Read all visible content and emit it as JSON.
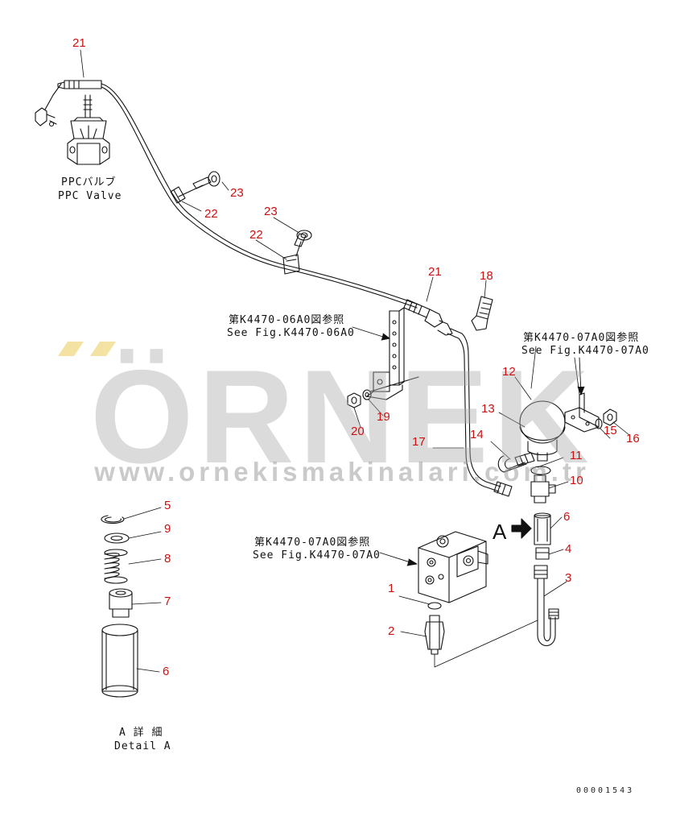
{
  "colors": {
    "callout": "#cc1111",
    "line": "#111111",
    "watermark": "#aaaaaa",
    "watermark_accent": "#f2dc8c"
  },
  "watermark": {
    "brand": "ÖRNEK",
    "url": "www.ornekismakinalari.com.tr"
  },
  "ppc_valve": {
    "jp": "PPCバルブ",
    "en": "PPC Valve"
  },
  "refs": [
    {
      "jp": "第K4470-06A0図参照",
      "en": "See Fig.K4470-06A0"
    },
    {
      "jp": "第K4470-07A0図参照",
      "en": "See Fig.K4470-07A0"
    },
    {
      "jp": "第K4470-07A0図参照",
      "en": "See Fig.K4470-07A0"
    }
  ],
  "view_marker": "A",
  "detail": {
    "jp": "A 詳 細",
    "en": "Detail A"
  },
  "drawing_code": "00001543",
  "callouts": [
    "21",
    "23",
    "22",
    "23",
    "22",
    "21",
    "18",
    "12",
    "13",
    "14",
    "17",
    "11",
    "10",
    "16",
    "15",
    "20",
    "19",
    "6",
    "4",
    "3",
    "1",
    "2",
    "5",
    "9",
    "8",
    "7",
    "6"
  ]
}
